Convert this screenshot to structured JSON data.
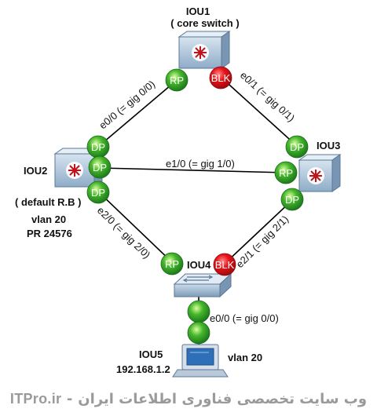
{
  "colors": {
    "port_green": "#2e9e2a",
    "port_red": "#e0141a",
    "device_fill": "#a9c2da",
    "link": "#000000",
    "footer_text": "#9a9a9a"
  },
  "nodes": {
    "iou1": {
      "title": "IOU1",
      "subtitle": "( core switch )",
      "icon": "layer3-switch-icon"
    },
    "iou2": {
      "title": "IOU2",
      "note_1": "( default R.B )",
      "note_2": "vlan 20",
      "note_3": "PR 24576",
      "icon": "layer3-switch-icon"
    },
    "iou3": {
      "title": "IOU3",
      "icon": "layer3-switch-icon"
    },
    "iou4": {
      "title": "IOU4",
      "icon": "layer2-switch-icon"
    },
    "iou5": {
      "title": "IOU5",
      "ip": "192.168.1.2",
      "vlan": "vlan 20",
      "icon": "pc-icon"
    }
  },
  "links": {
    "iou1_iou2": "e0/0 (= gig 0/0)",
    "iou1_iou3": "e0/1 (= gig 0/1)",
    "iou2_iou3": "e1/0 (= gig 1/0)",
    "iou2_iou4": "e2/0 (= gig 2/0)",
    "iou3_iou4": "e2/1 (= gig 2/1)",
    "iou4_iou5": "e0/0 (= gig 0/0)"
  },
  "ports": {
    "iou1_left": "RP",
    "iou1_right": "BLK",
    "iou2_top": "DP",
    "iou2_mid": "DP",
    "iou2_bottom": "DP",
    "iou3_top": "DP",
    "iou3_mid": "RP",
    "iou3_bottom": "DP",
    "iou4_left": "RP",
    "iou4_right": "BLK"
  },
  "footer": {
    "site": "ITPro.ir",
    "dash": " - ",
    "tagline": "وب سایت تخصصی فناوری اطلاعات ایران"
  }
}
